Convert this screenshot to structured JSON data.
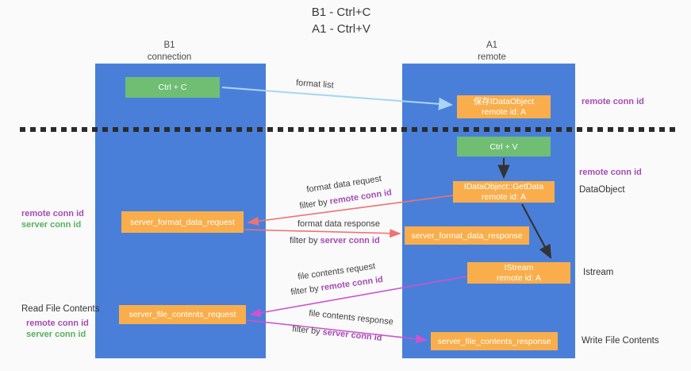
{
  "title": {
    "line1": "B1 - Ctrl+C",
    "line2": "A1 - Ctrl+V"
  },
  "columns": {
    "left": {
      "title": "B1",
      "subtitle": "connection"
    },
    "right": {
      "title": "A1",
      "subtitle": "remote"
    }
  },
  "boxes": {
    "ctrl_c": {
      "label": "Ctrl + C"
    },
    "ctrl_v": {
      "label": "Ctrl + V"
    },
    "save_idataobject": {
      "line1": "保存IDataObject",
      "line2": "remote id: A"
    },
    "getdata": {
      "line1": "IDataObject::GetData",
      "line2": "remote id: A"
    },
    "istream": {
      "line1": "IStream",
      "line2": "remote id: A"
    },
    "server_format_data_request": {
      "label": "server_format_data_request"
    },
    "server_format_data_response": {
      "label": "server_format_data_response"
    },
    "server_file_contents_request": {
      "label": "server_file_contents_request"
    },
    "server_file_contents_response": {
      "label": "server_file_contents_response"
    }
  },
  "arrow_labels": {
    "format_list": "format list",
    "format_data_request": "format data request",
    "format_data_response": "format data response",
    "file_contents_request": "file contents request",
    "file_contents_response": "file contents response",
    "filter_by": "filter by ",
    "remote_conn_id": "remote conn id",
    "server_conn_id": "server conn id"
  },
  "side_labels": {
    "remote_conn_id": "remote conn id",
    "server_conn_id": "server conn id",
    "dataobject": "DataObject",
    "istream": "Istream",
    "read_file_contents": "Read File Contents",
    "write_file_contents": "Write File Contents"
  },
  "colors": {
    "column_blue": "#4a7fd9",
    "box_green": "#6fbe74",
    "box_orange": "#f9ae4b",
    "arrow_lightblue": "#a8d6f2",
    "arrow_red": "#ef7272",
    "arrow_magenta": "#cf52cf",
    "arrow_black": "#333333",
    "dashed_line": "#2b2b2b",
    "text_purple": "#a54cb5",
    "text_green": "#57b05f"
  }
}
